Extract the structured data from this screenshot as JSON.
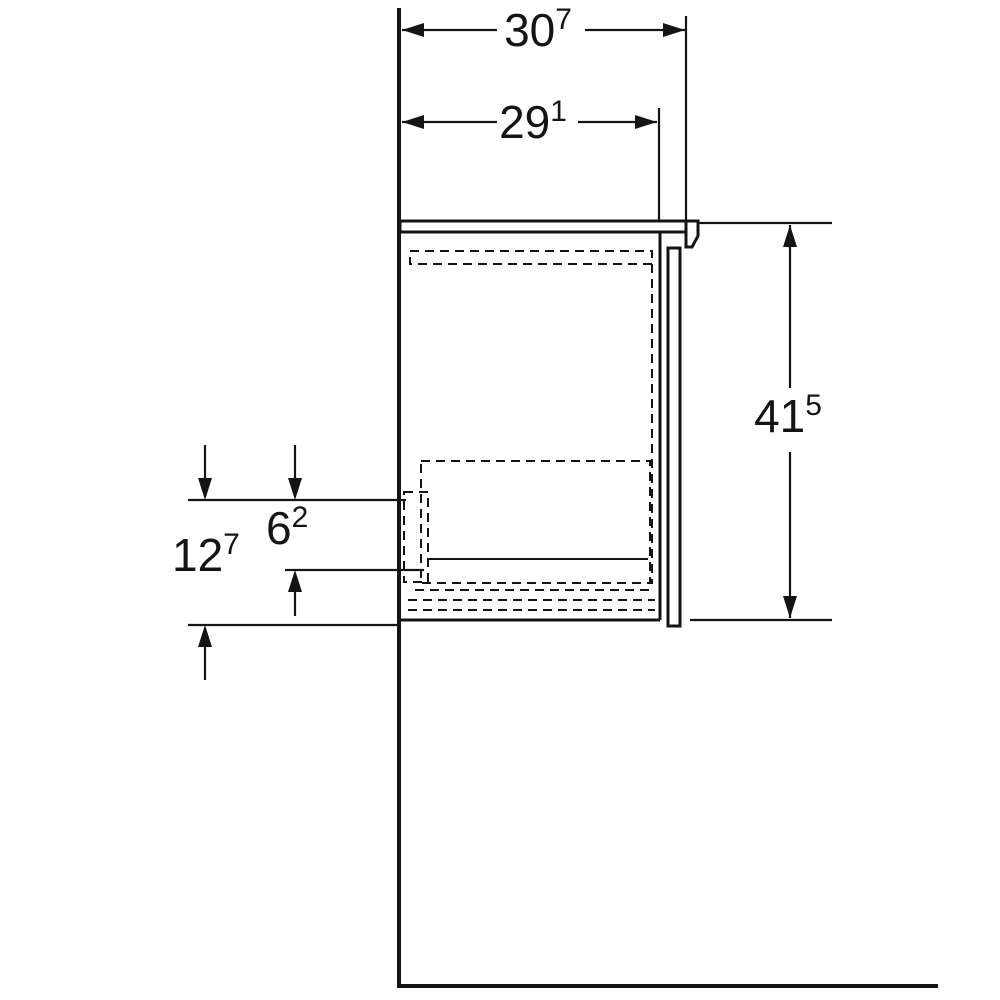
{
  "drawing": {
    "description": "Side-view technical drawing of a wall-hung vanity cabinet with countertop, dashed internal drawer, wall and floor reference lines, and five dimension callouts",
    "labels": {
      "dim_top_outer": {
        "main": "30",
        "sup": "7"
      },
      "dim_top_inner": {
        "main": "29",
        "sup": "1"
      },
      "dim_right_height": {
        "main": "41",
        "sup": "5"
      },
      "dim_left_outer": {
        "main": "12",
        "sup": "7"
      },
      "dim_left_inner": {
        "main": "6",
        "sup": "2"
      }
    },
    "colors": {
      "line": "#141414",
      "background": "#ffffff"
    }
  }
}
